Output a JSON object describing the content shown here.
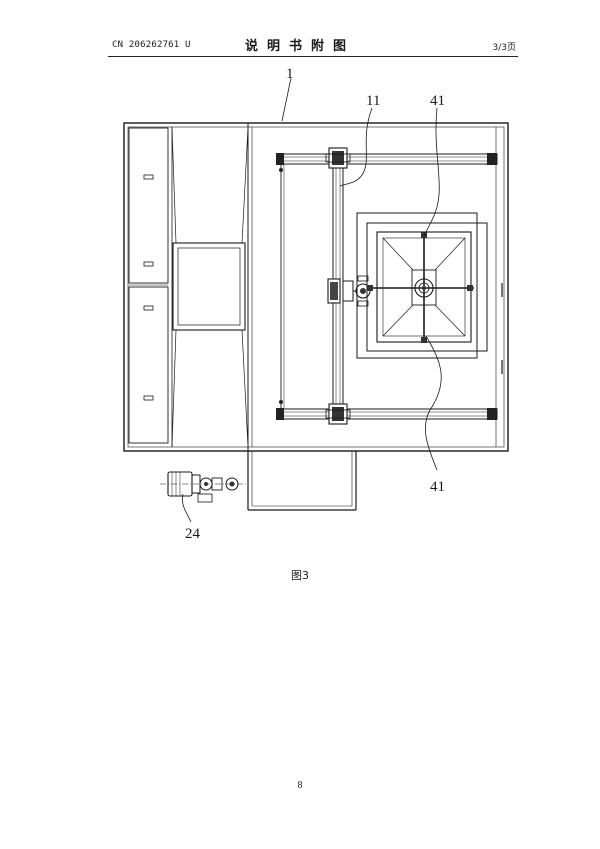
{
  "header": {
    "publication_number": "CN 206262761 U",
    "title": "说明书附图",
    "page_count": "3/3页"
  },
  "figure": {
    "caption": "图3",
    "labels": {
      "frame": "1",
      "gantry": "11",
      "mold_top": "41",
      "mold_bottom": "41",
      "motor": "24"
    }
  },
  "footer": {
    "page_number": "8"
  }
}
